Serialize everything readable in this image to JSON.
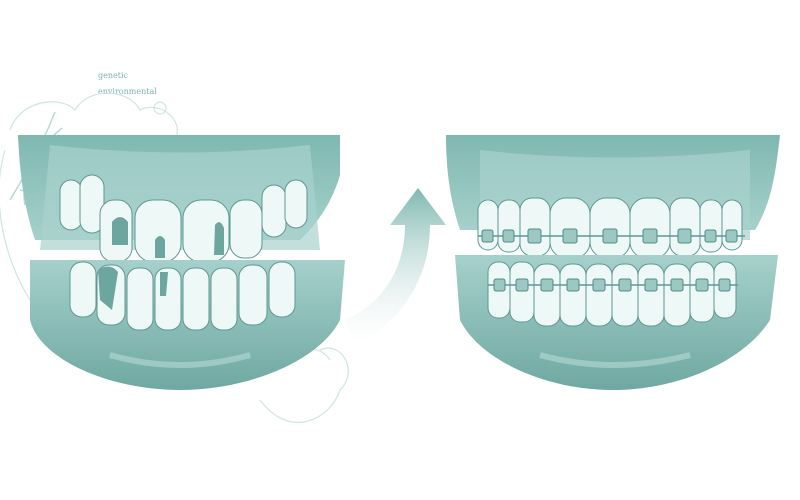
{
  "labels": {
    "genetic": "genetic",
    "environmental": "environmental"
  },
  "panels": {
    "before": {
      "name": "misaligned-teeth"
    },
    "after": {
      "name": "teeth-with-braces"
    }
  },
  "arrow": {
    "direction": "up",
    "meaning": "transition"
  },
  "colors": {
    "gum": "#8fc3bd",
    "gum_dark": "#6fa8a2",
    "tooth": "#f3fbfa",
    "outline": "#4f8c86",
    "bracket": "#7eb0aa",
    "decor": "#cfe5e2"
  }
}
